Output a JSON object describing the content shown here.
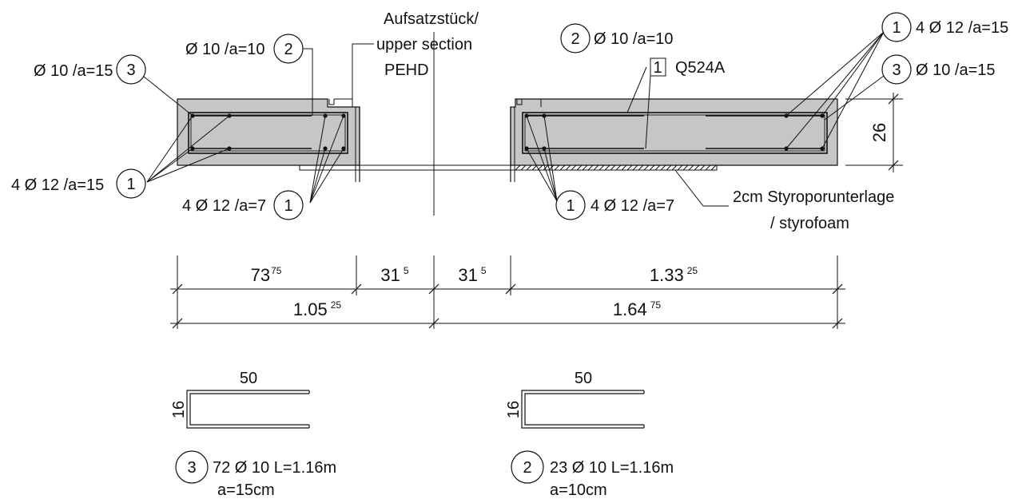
{
  "colors": {
    "concrete": "#c6c6c6",
    "ink": "#111111",
    "background": "#ffffff"
  },
  "labels": {
    "upper_section_1": "Aufsatzstück/",
    "upper_section_2": "upper section",
    "upper_section_3": "PEHD",
    "left_top_bar": "Ø 10 /a=10",
    "left_top_bar_mark": "2",
    "left_side_bar": "Ø 10 /a=15",
    "left_side_bar_mark": "3",
    "left_bottom_bar": "4 Ø 12 /a=15",
    "left_bottom_bar_mark": "1",
    "left_inner_bar": "4 Ø 12 /a=7",
    "left_inner_bar_mark": "1",
    "right_top_bar_mark": "2",
    "right_top_bar": "Ø 10 /a=10",
    "mesh_mark": "1",
    "mesh": "Q524A",
    "right_far_bar_mark": "1",
    "right_far_bar": "4 Ø 12 /a=15",
    "right_side_bar_mark": "3",
    "right_side_bar": "Ø 10 /a=15",
    "right_inner_bar_mark": "1",
    "right_inner_bar": "4 Ø 12 /a=7",
    "styrofoam_1": "2cm Styroporunterlage",
    "styrofoam_2": "/ styrofoam"
  },
  "dimensions": {
    "thickness": "26",
    "seg1_main": "73",
    "seg1_sup": "75",
    "seg2_main": "31",
    "seg2_sup": "5",
    "seg3_main": "31",
    "seg3_sup": "5",
    "seg4_main": "1.33",
    "seg4_sup": "25",
    "total_left_main": "1.05",
    "total_left_sup": "25",
    "total_right_main": "1.64",
    "total_right_sup": "75"
  },
  "schedule": [
    {
      "width": "50",
      "height": "16",
      "mark": "3",
      "line1": "72 Ø 10 L=1.16m",
      "line2": "a=15cm"
    },
    {
      "width": "50",
      "height": "16",
      "mark": "2",
      "line1": "23 Ø 10 L=1.16m",
      "line2": "a=10cm"
    }
  ]
}
